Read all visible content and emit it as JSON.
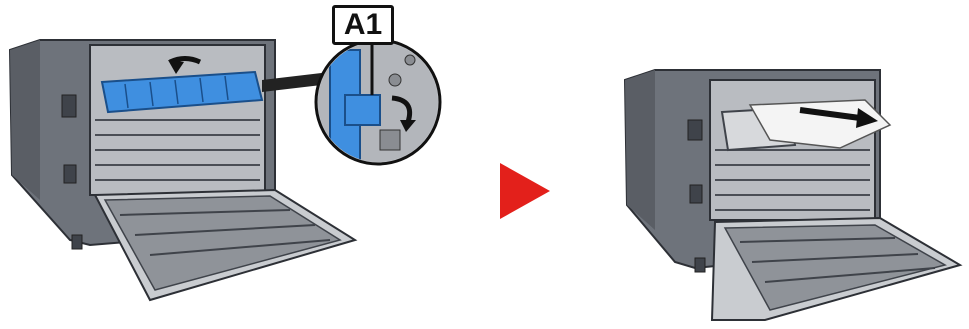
{
  "callout": {
    "label": "A1"
  },
  "colors": {
    "printer_body": "#6e737b",
    "printer_dark": "#3f434a",
    "printer_light": "#c9ccd0",
    "highlight_blue": "#3f8fe0",
    "next_arrow_red": "#e3201b",
    "paper": "#f4f4f4"
  },
  "icons": [
    "printer-rear-cover-open",
    "fuser-cover-blue",
    "rotate-arrow",
    "next-step-arrow",
    "paper-jam-sheet"
  ]
}
